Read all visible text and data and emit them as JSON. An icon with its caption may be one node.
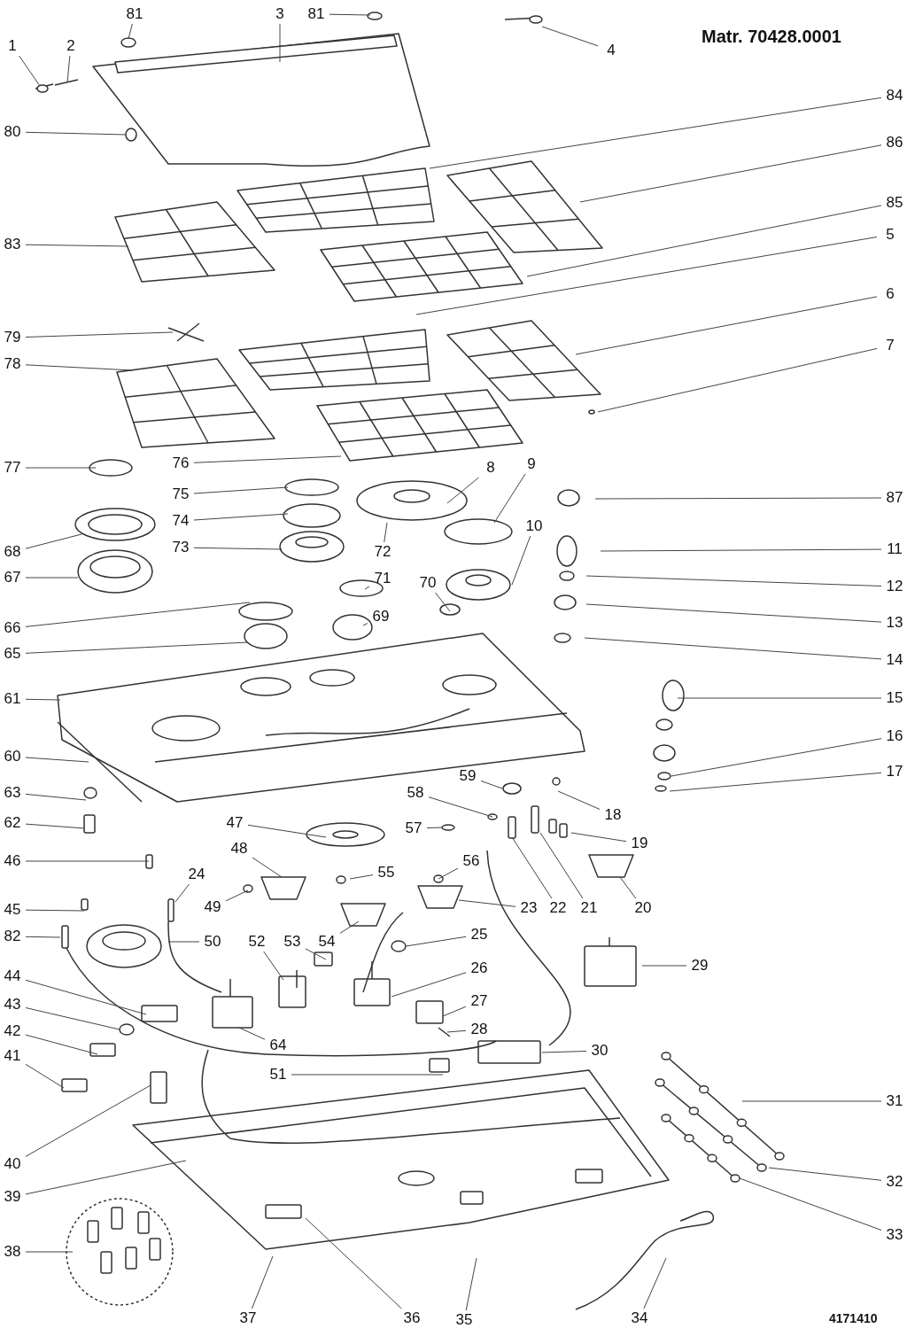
{
  "diagram": {
    "nodes": [
      {
        "text": [
          "81"
        ]
      },
      {
        "text": [
          "3"
        ]
      },
      {
        "text": [
          "81"
        ]
      },
      {
        "text": [
          "4"
        ]
      },
      {
        "text": [
          "1"
        ]
      },
      {
        "text": [
          "2"
        ]
      },
      {
        "text": [
          "84"
        ]
      },
      {
        "text": [
          "80"
        ]
      },
      {
        "text": [
          "86"
        ]
      },
      {
        "text": [
          "83"
        ]
      },
      {
        "text": [
          "85"
        ]
      },
      {
        "text": [
          "5"
        ]
      },
      {
        "text": [
          "6"
        ]
      },
      {
        "text": [
          "79"
        ]
      },
      {
        "text": [
          "78"
        ]
      },
      {
        "text": [
          "7"
        ]
      },
      {
        "text": [
          "76"
        ]
      },
      {
        "text": [
          "77"
        ]
      },
      {
        "text": [
          "8"
        ]
      },
      {
        "text": [
          "9"
        ]
      },
      {
        "text": [
          "75"
        ]
      },
      {
        "text": [
          "87"
        ]
      },
      {
        "text": [
          "74"
        ]
      },
      {
        "text": [
          "68"
        ]
      },
      {
        "text": [
          "73"
        ]
      },
      {
        "text": [
          "72"
        ]
      },
      {
        "text": [
          "10"
        ]
      },
      {
        "text": [
          "11"
        ]
      },
      {
        "text": [
          "67"
        ]
      },
      {
        "text": [
          "71"
        ]
      },
      {
        "text": [
          "70"
        ]
      },
      {
        "text": [
          "12"
        ]
      },
      {
        "text": [
          "69"
        ]
      },
      {
        "text": [
          "13"
        ]
      },
      {
        "text": [
          "66"
        ]
      },
      {
        "text": [
          "65"
        ]
      },
      {
        "text": [
          "14"
        ]
      },
      {
        "text": [
          "15"
        ]
      },
      {
        "text": [
          "61"
        ]
      },
      {
        "text": [
          "16"
        ]
      },
      {
        "text": [
          "60"
        ]
      },
      {
        "text": [
          "17"
        ]
      },
      {
        "text": [
          "63"
        ]
      },
      {
        "text": [
          "59"
        ]
      },
      {
        "text": [
          "58"
        ]
      },
      {
        "text": [
          "18"
        ]
      },
      {
        "text": [
          "62"
        ]
      },
      {
        "text": [
          "57"
        ]
      },
      {
        "text": [
          "47"
        ]
      },
      {
        "text": [
          "19"
        ]
      },
      {
        "text": [
          "48"
        ]
      },
      {
        "text": [
          "56"
        ]
      },
      {
        "text": [
          "46"
        ]
      },
      {
        "text": [
          "24"
        ]
      },
      {
        "text": [
          "55"
        ]
      },
      {
        "text": [
          "49"
        ]
      },
      {
        "text": [
          "45"
        ]
      },
      {
        "text": [
          "23"
        ]
      },
      {
        "text": [
          "22"
        ]
      },
      {
        "text": [
          "21"
        ]
      },
      {
        "text": [
          "20"
        ]
      },
      {
        "text": [
          "82"
        ]
      },
      {
        "text": [
          "50"
        ]
      },
      {
        "text": [
          "52"
        ]
      },
      {
        "text": [
          "53"
        ]
      },
      {
        "text": [
          "54"
        ]
      },
      {
        "text": [
          "25"
        ]
      },
      {
        "text": [
          "29"
        ]
      },
      {
        "text": [
          "26"
        ]
      },
      {
        "text": [
          "44"
        ]
      },
      {
        "text": [
          "27"
        ]
      },
      {
        "text": [
          "43"
        ]
      },
      {
        "text": [
          "28"
        ]
      },
      {
        "text": [
          "42"
        ]
      },
      {
        "text": [
          "64"
        ]
      },
      {
        "text": [
          "30"
        ]
      },
      {
        "text": [
          "41"
        ]
      },
      {
        "text": [
          "51"
        ]
      },
      {
        "text": [
          "31"
        ]
      },
      {
        "text": [
          "40"
        ]
      },
      {
        "text": [
          "32"
        ]
      },
      {
        "text": [
          "39"
        ]
      },
      {
        "text": [
          "33"
        ]
      },
      {
        "text": [
          "38"
        ]
      },
      {
        "text": [
          "37"
        ]
      },
      {
        "text": [
          "36"
        ]
      },
      {
        "text": [
          "35"
        ]
      },
      {
        "text": [
          "34"
        ]
      }
    ],
    "edges": [
      {
        "from": 0,
        "to": null,
        "arrow": "none"
      },
      {
        "from": 1,
        "to": null,
        "arrow": "none"
      },
      {
        "from": 2,
        "to": null,
        "arrow": "none"
      },
      {
        "from": 3,
        "to": null,
        "arrow": "none"
      },
      {
        "from": 4,
        "to": null,
        "arrow": "none"
      },
      {
        "from": 5,
        "to": null,
        "arrow": "none"
      },
      {
        "from": 6,
        "to": null,
        "arrow": "none"
      },
      {
        "from": 7,
        "to": null,
        "arrow": "none"
      },
      {
        "from": 8,
        "to": null,
        "arrow": "none"
      },
      {
        "from": 9,
        "to": null,
        "arrow": "none"
      },
      {
        "from": 10,
        "to": null,
        "arrow": "none"
      },
      {
        "from": 11,
        "to": null,
        "arrow": "none"
      },
      {
        "from": 12,
        "to": null,
        "arrow": "none"
      },
      {
        "from": 13,
        "to": null,
        "arrow": "none"
      },
      {
        "from": 14,
        "to": null,
        "arrow": "none"
      },
      {
        "from": 15,
        "to": null,
        "arrow": "none"
      },
      {
        "from": 16,
        "to": null,
        "arrow": "none"
      },
      {
        "from": 17,
        "to": null,
        "arrow": "none"
      },
      {
        "from": 18,
        "to": null,
        "arrow": "none"
      },
      {
        "from": 19,
        "to": null,
        "arrow": "none"
      },
      {
        "from": 20,
        "to": null,
        "arrow": "none"
      },
      {
        "from": 21,
        "to": null,
        "arrow": "none"
      },
      {
        "from": 22,
        "to": null,
        "arrow": "none"
      },
      {
        "from": 23,
        "to": null,
        "arrow": "none"
      },
      {
        "from": 24,
        "to": null,
        "arrow": "none"
      },
      {
        "from": 25,
        "to": null,
        "arrow": "none"
      },
      {
        "from": 26,
        "to": null,
        "arrow": "none"
      },
      {
        "from": 27,
        "to": null,
        "arrow": "none"
      },
      {
        "from": 28,
        "to": null,
        "arrow": "none"
      },
      {
        "from": 29,
        "to": null,
        "arrow": "none"
      },
      {
        "from": 30,
        "to": null,
        "arrow": "none"
      },
      {
        "from": 31,
        "to": null,
        "arrow": "none"
      },
      {
        "from": 32,
        "to": null,
        "arrow": "none"
      },
      {
        "from": 33,
        "to": null,
        "arrow": "none"
      },
      {
        "from": 34,
        "to": null,
        "arrow": "none"
      },
      {
        "from": 35,
        "to": null,
        "arrow": "none"
      },
      {
        "from": 36,
        "to": null,
        "arrow": "none"
      },
      {
        "from": 37,
        "to": null,
        "arrow": "none"
      },
      {
        "from": 38,
        "to": null,
        "arrow": "none"
      },
      {
        "from": 39,
        "to": null,
        "arrow": "none"
      },
      {
        "from": 40,
        "to": null,
        "arrow": "none"
      },
      {
        "from": 41,
        "to": null,
        "arrow": "none"
      },
      {
        "from": 42,
        "to": null,
        "arrow": "none"
      },
      {
        "from": 43,
        "to": null,
        "arrow": "none"
      },
      {
        "from": 44,
        "to": null,
        "arrow": "none"
      },
      {
        "from": 45,
        "to": null,
        "arrow": "none"
      },
      {
        "from": 46,
        "to": null,
        "arrow": "none"
      },
      {
        "from": 47,
        "to": null,
        "arrow": "none"
      },
      {
        "from": 48,
        "to": null,
        "arrow": "none"
      },
      {
        "from": 49,
        "to": null,
        "arrow": "none"
      },
      {
        "from": 50,
        "to": null,
        "arrow": "none"
      },
      {
        "from": 51,
        "to": null,
        "arrow": "none"
      },
      {
        "from": 52,
        "to": null,
        "arrow": "none"
      },
      {
        "from": 53,
        "to": null,
        "arrow": "none"
      },
      {
        "from": 54,
        "to": null,
        "arrow": "none"
      },
      {
        "from": 55,
        "to": null,
        "arrow": "none"
      },
      {
        "from": 56,
        "to": null,
        "arrow": "none"
      },
      {
        "from": 57,
        "to": null,
        "arrow": "none"
      },
      {
        "from": 58,
        "to": null,
        "arrow": "none"
      },
      {
        "from": 59,
        "to": null,
        "arrow": "none"
      },
      {
        "from": 60,
        "to": null,
        "arrow": "none"
      },
      {
        "from": 61,
        "to": null,
        "arrow": "none"
      },
      {
        "from": 62,
        "to": null,
        "arrow": "none"
      },
      {
        "from": 63,
        "to": null,
        "arrow": "none"
      },
      {
        "from": 64,
        "to": null,
        "arrow": "none"
      },
      {
        "from": 65,
        "to": null,
        "arrow": "none"
      },
      {
        "from": 66,
        "to": null,
        "arrow": "none"
      },
      {
        "from": 67,
        "to": null,
        "arrow": "none"
      },
      {
        "from": 68,
        "to": null,
        "arrow": "none"
      },
      {
        "from": 69,
        "to": null,
        "arrow": "none"
      },
      {
        "from": 70,
        "to": null,
        "arrow": "none"
      },
      {
        "from": 71,
        "to": null,
        "arrow": "none"
      },
      {
        "from": 72,
        "to": null,
        "arrow": "none"
      },
      {
        "from": 73,
        "to": null,
        "arrow": "none"
      },
      {
        "from": 74,
        "to": null,
        "arrow": "none"
      },
      {
        "from": 75,
        "to": null,
        "arrow": "none"
      },
      {
        "from": 76,
        "to": null,
        "arrow": "none"
      },
      {
        "from": 77,
        "to": null,
        "arrow": "none"
      },
      {
        "from": 78,
        "to": null,
        "arrow": "none"
      },
      {
        "from": 79,
        "to": null,
        "arrow": "none"
      },
      {
        "from": 80,
        "to": null,
        "arrow": "none"
      },
      {
        "from": 81,
        "to": null,
        "arrow": "none"
      },
      {
        "from": 82,
        "to": null,
        "arrow": "none"
      },
      {
        "from": 83,
        "to": null,
        "arrow": "none"
      },
      {
        "from": 84,
        "to": null,
        "arrow": "none"
      },
      {
        "from": 85,
        "to": null,
        "arrow": "none"
      },
      {
        "from": 86,
        "to": null,
        "arrow": "none"
      },
      {
        "from": 87,
        "to": null,
        "arrow": "none"
      }
    ],
    "labels": [
      "Matr. 70428.0001",
      "4171410"
    ]
  }
}
